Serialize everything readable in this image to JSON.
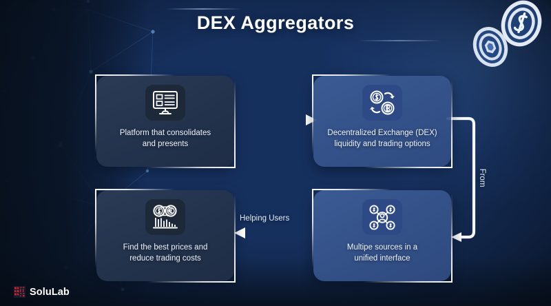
{
  "page": {
    "title": "DEX Aggregators",
    "background_color": "#1d3f74",
    "accent_color": "#ffffff",
    "brand_color": "#d4202a"
  },
  "decorations": {
    "coin_left_icon": "hexagon-coin-icon",
    "coin_right_icon": "dollar-coin-icon",
    "network_pattern": "constellation-network-pattern"
  },
  "cards": [
    {
      "id": "platform",
      "icon": "desktop-monitor-icon",
      "text": "Platform that consolidates and presents",
      "line1": "Platform that consolidates",
      "line2": "and presents",
      "style": "dark"
    },
    {
      "id": "dex-liquidity",
      "icon": "currency-exchange-icon",
      "text": "Decentralized Exchange (DEX) liquidity and trading options",
      "line1": "Decentralized Exchange (DEX)",
      "line2": "liquidity and trading options",
      "style": "blue"
    },
    {
      "id": "best-prices",
      "icon": "price-comparison-chart-icon",
      "text": "Find the best prices and reduce trading costs",
      "line1": "Find the best prices and",
      "line2": "reduce trading costs",
      "style": "dark"
    },
    {
      "id": "multiple-sources",
      "icon": "user-network-sources-icon",
      "text": "Multipe sources in a unified interface",
      "line1": "Multipe sources in a",
      "line2": "unified interface",
      "style": "blue"
    }
  ],
  "connectors": [
    {
      "id": "platform-to-dex",
      "label": "",
      "direction": "right",
      "icon": "arrow-right-icon"
    },
    {
      "id": "dex-to-sources",
      "label": "From",
      "direction": "down",
      "icon": "elbow-arrow-icon"
    },
    {
      "id": "sources-to-prices",
      "label": "Helping Users",
      "direction": "left",
      "icon": "arrow-left-icon"
    }
  ],
  "footer": {
    "logo_mark": "solulab-logo-icon",
    "logo_text": "SoluLab"
  }
}
